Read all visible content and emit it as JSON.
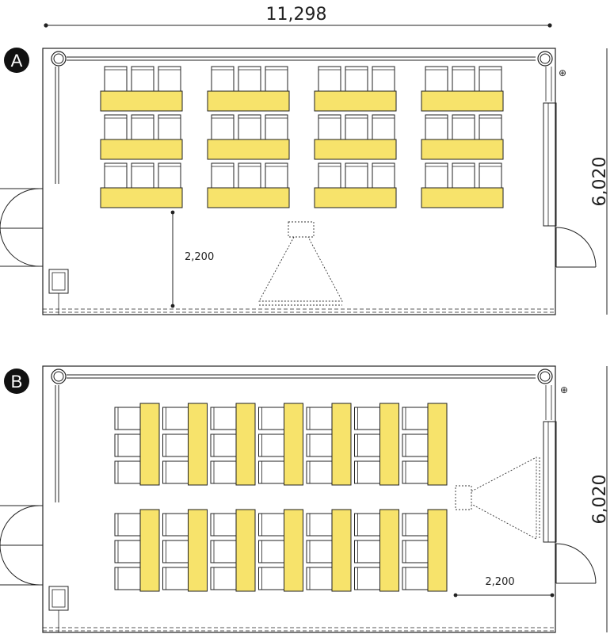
{
  "top_dimension": "11,298",
  "plans": [
    {
      "id": "A",
      "badge": "A",
      "height_dimension": "6,020",
      "clearance_dimension": "2,200",
      "layout": "rows",
      "desk_blocks_per_row": 4,
      "desk_rows": 3,
      "chairs_per_desk": 3
    },
    {
      "id": "B",
      "badge": "B",
      "height_dimension": "6,020",
      "clearance_dimension": "2,200",
      "layout": "columns",
      "desk_groups_per_row": 7,
      "desk_group_rows": 2,
      "chairs_per_desk": 3
    }
  ],
  "colors": {
    "desk": "#f7e36b",
    "line": "#222222",
    "badge": "#111111"
  }
}
